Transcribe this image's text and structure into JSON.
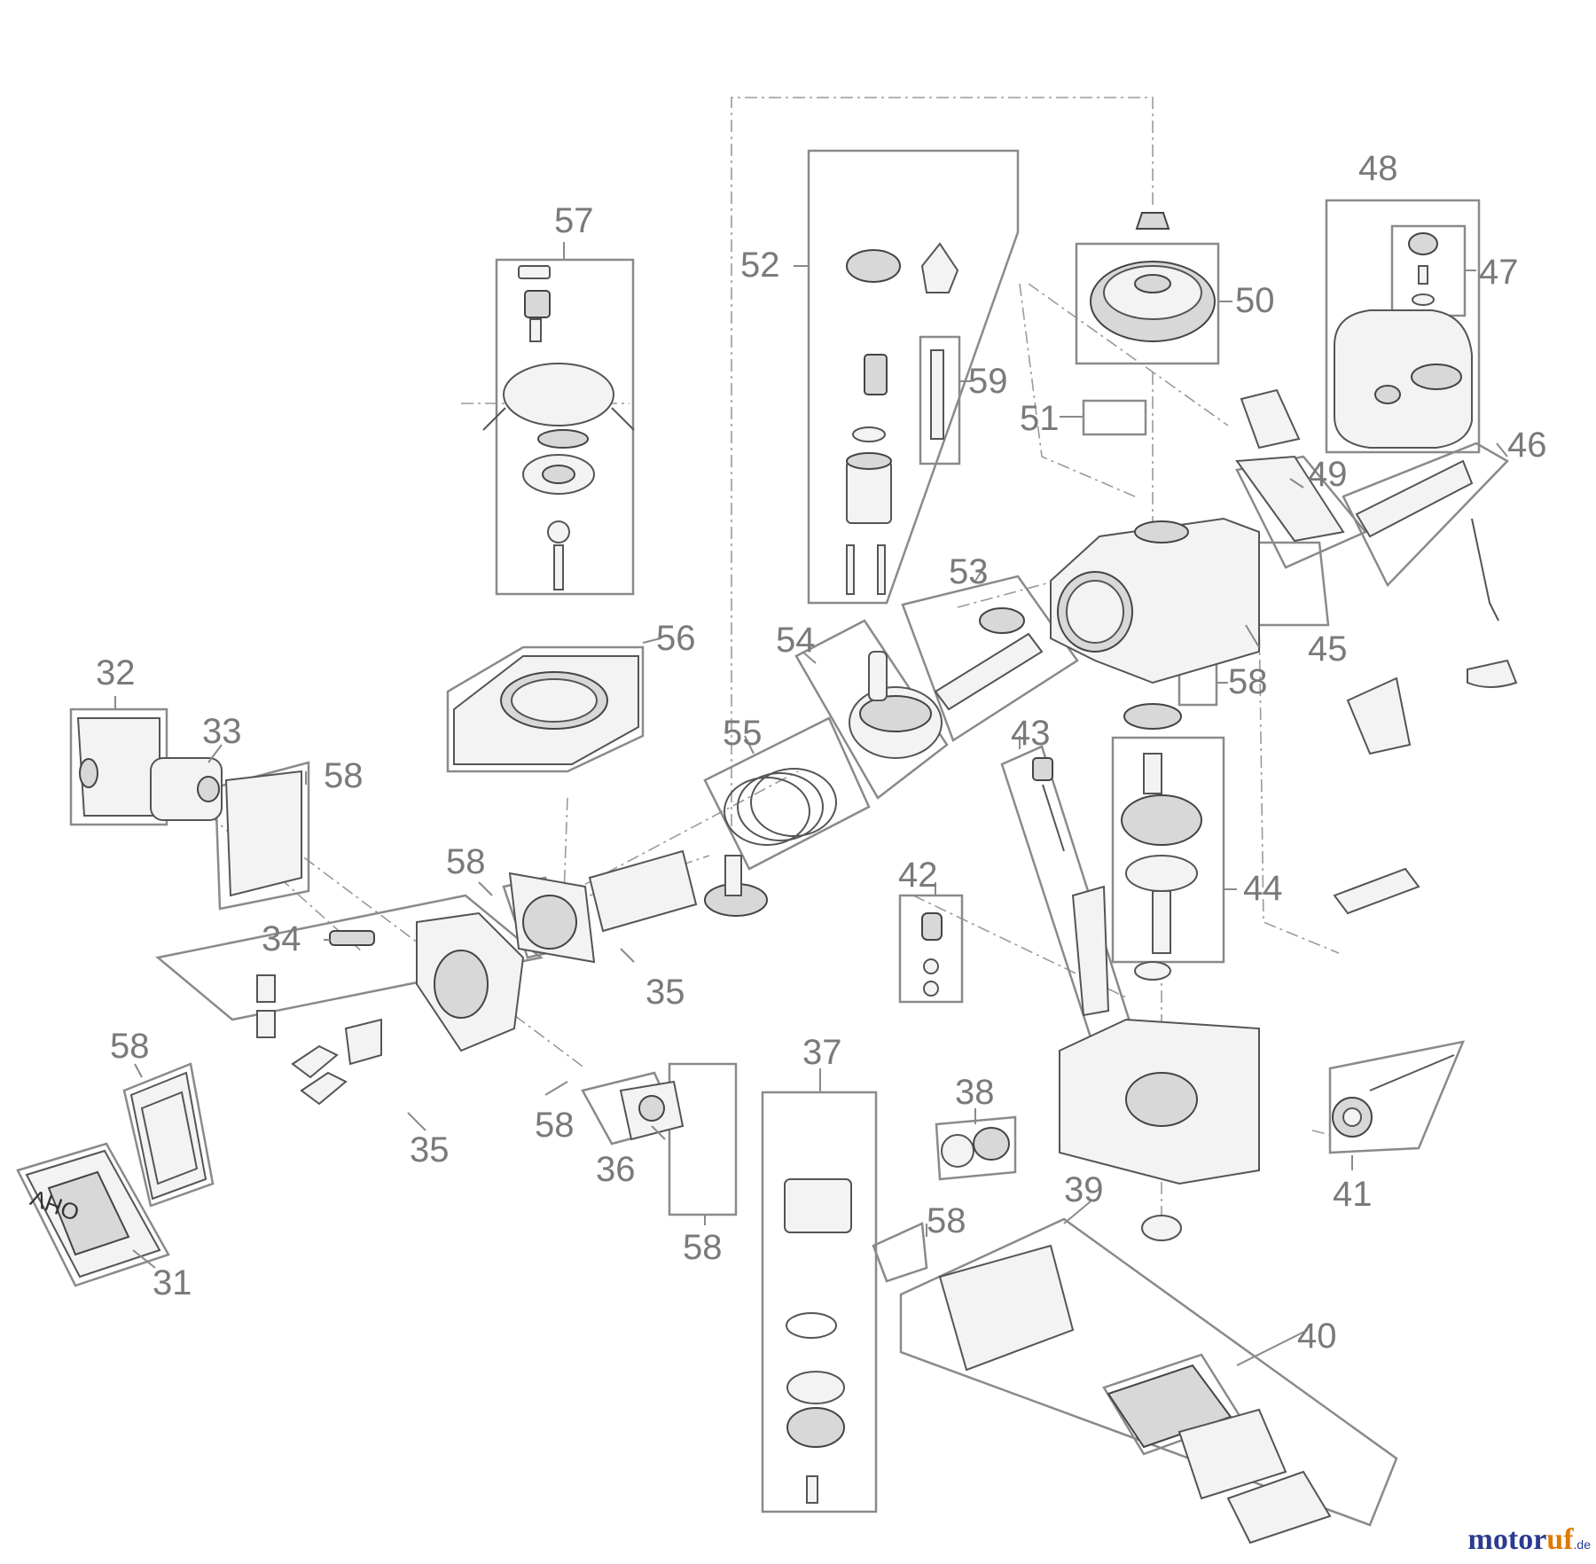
{
  "diagram": {
    "labels": {
      "p31": "31",
      "p32": "32",
      "p33": "33",
      "p34": "34",
      "p35a": "35",
      "p35b": "35",
      "p36": "36",
      "p37": "37",
      "p38": "38",
      "p39": "39",
      "p40": "40",
      "p41": "41",
      "p42": "42",
      "p43": "43",
      "p44": "44",
      "p45": "45",
      "p46": "46",
      "p47": "47",
      "p48": "48",
      "p49": "49",
      "p50": "50",
      "p51": "51",
      "p52": "52",
      "p53": "53",
      "p54": "54",
      "p55": "55",
      "p56": "56",
      "p57": "57",
      "p58a": "58",
      "p58b": "58",
      "p58c": "58",
      "p58d": "58",
      "p58e": "58",
      "p58f": "58",
      "p58g": "58",
      "p59": "59"
    },
    "ohv_mark": "OHV"
  },
  "watermark": {
    "main": "motor",
    "accent": "uf",
    "tld": ".de"
  }
}
